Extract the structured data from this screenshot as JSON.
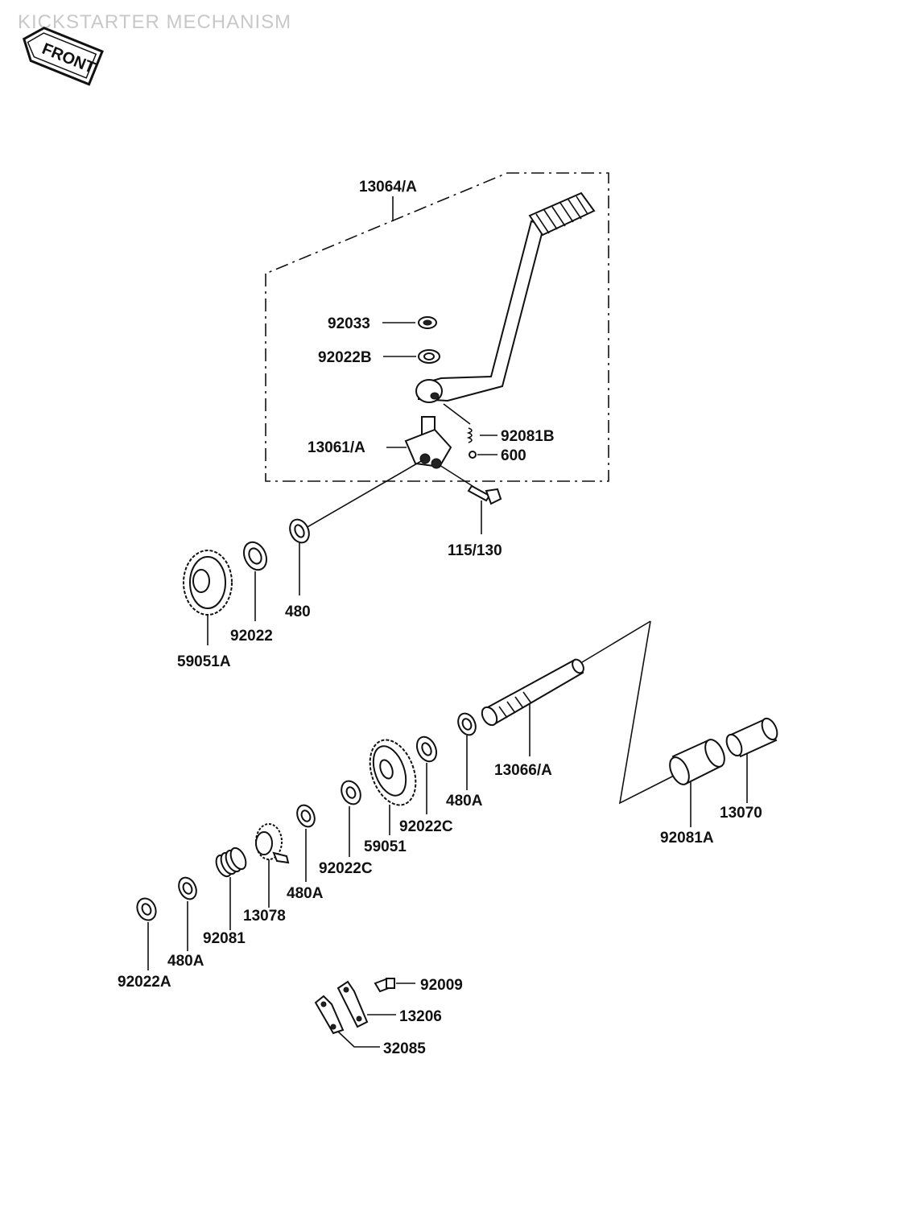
{
  "header": {
    "title": "KICKSTARTER MECHANISM",
    "front_badge": "FRONT"
  },
  "labels": {
    "p13064A": "13064/A",
    "p92033": "92033",
    "p92022B": "92022B",
    "p92081B": "92081B",
    "p600": "600",
    "p13061A": "13061/A",
    "p115_130": "115/130",
    "p480": "480",
    "p92022": "92022",
    "p59051A": "59051A",
    "p13066A": "13066/A",
    "p480A_1": "480A",
    "p92022C_1": "92022C",
    "p59051": "59051",
    "p92022C_2": "92022C",
    "p480A_2": "480A",
    "p13078": "13078",
    "p92081": "92081",
    "p480A_3": "480A",
    "p92022A": "92022A",
    "p92081A": "92081A",
    "p13070": "13070",
    "p92009": "92009",
    "p13206": "13206",
    "p32085": "32085"
  }
}
